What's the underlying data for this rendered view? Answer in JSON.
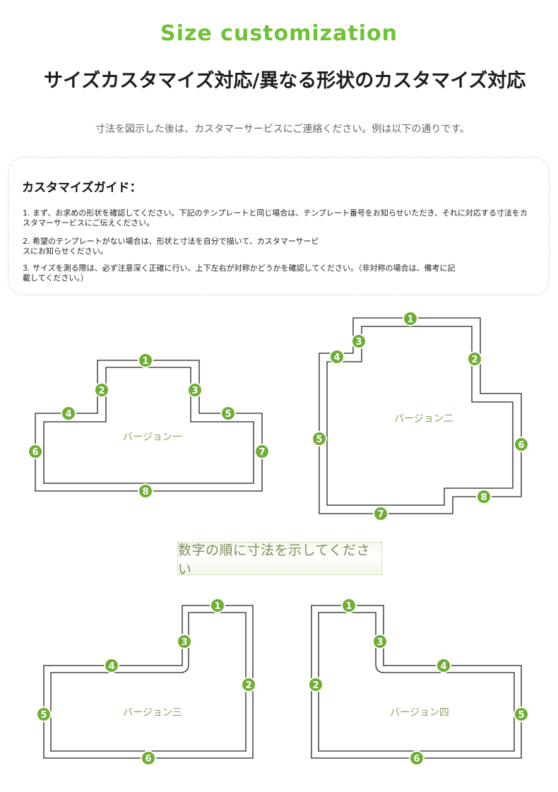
{
  "heading_en": "Size customization",
  "heading_jp": "サイズカスタマイズ対応/異なる形状のカスタマイズ対応",
  "intro": "寸法を図示した後は、カスタマーサービスにご連絡ください。例は以下の通りです。",
  "guide": {
    "title": "カスタマイズガイド：",
    "items": [
      "1. まず、お求めの形状を確認してください。下記のテンプレートと同じ場合は、テンプレート番号をお知らせいただき、それに対応する寸法をカスタマーサービスにご伝えください。",
      "2. 希望のテンプレートがない場合は、形状と寸法を自分で描いて、カスタマーサービスにお知らせください。",
      "3. サイズを測る際は、必ず注意深く正確に行い、上下左右が対称かどうかを確認してください。（非対称の場合は、備考に記載してください。）"
    ]
  },
  "banner": "数字の順に寸法を示してください",
  "versions": [
    "バージョン一",
    "バージョン二",
    "バージョン三",
    "バージョン四"
  ],
  "badge_numbers": [
    "1",
    "2",
    "3",
    "4",
    "5",
    "6",
    "7",
    "8"
  ],
  "colors": {
    "accent": "#6fae33",
    "line": "#222222",
    "label": "#86a258"
  }
}
